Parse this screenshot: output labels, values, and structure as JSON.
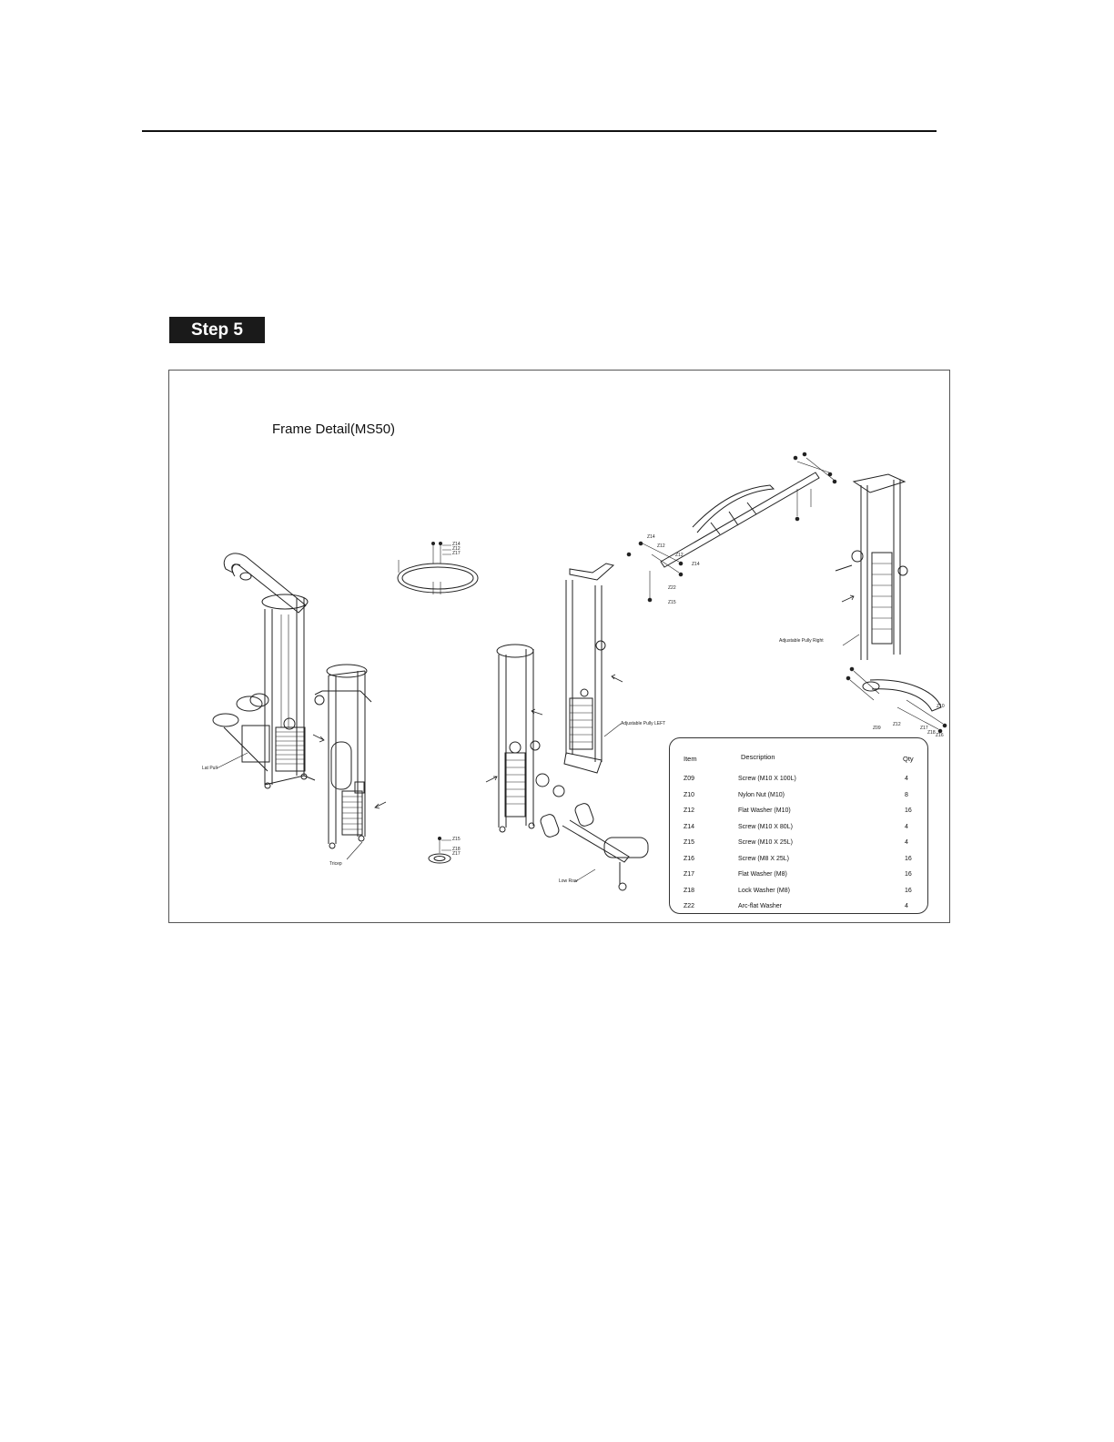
{
  "step_label": "Step 5",
  "figure": {
    "title": "Frame Detail(MS50)",
    "component_labels": {
      "lat_pull": "Lat Pull",
      "tricep": "Tricep",
      "low_row": "Low Row",
      "adjustable_pully_left": "Adjustable Pully LEFT",
      "adjustable_pully_right": "Adjustable Pully Right"
    },
    "callouts": {
      "ring_top": [
        "Z14",
        "Z12",
        "Z17"
      ],
      "foot_plate": [
        "Z15",
        "Z18",
        "Z17"
      ],
      "beam": [
        "Z14",
        "Z12",
        "Z12",
        "Z14",
        "Z22",
        "Z15"
      ],
      "base_right": [
        "Z09",
        "Z12",
        "Z17",
        "Z18",
        "Z16",
        "Z10"
      ]
    }
  },
  "parts_table": {
    "headers": {
      "item": "Item",
      "description": "Description",
      "qty": "Qty"
    },
    "rows": [
      {
        "item": "Z09",
        "description": "Screw (M10 X 100L)",
        "qty": "4"
      },
      {
        "item": "Z10",
        "description": "Nylon Nut (M10)",
        "qty": "8"
      },
      {
        "item": "Z12",
        "description": "Flat Washer (M10)",
        "qty": "16"
      },
      {
        "item": "Z14",
        "description": "Screw (M10 X 80L)",
        "qty": "4"
      },
      {
        "item": "Z15",
        "description": "Screw (M10 X 25L)",
        "qty": "4"
      },
      {
        "item": "Z16",
        "description": "Screw (M8 X 25L)",
        "qty": "16"
      },
      {
        "item": "Z17",
        "description": "Flat Washer (M8)",
        "qty": "16"
      },
      {
        "item": "Z18",
        "description": "Lock Washer (M8)",
        "qty": "16"
      },
      {
        "item": "Z22",
        "description": "Arc-flat Washer",
        "qty": "4"
      }
    ]
  }
}
